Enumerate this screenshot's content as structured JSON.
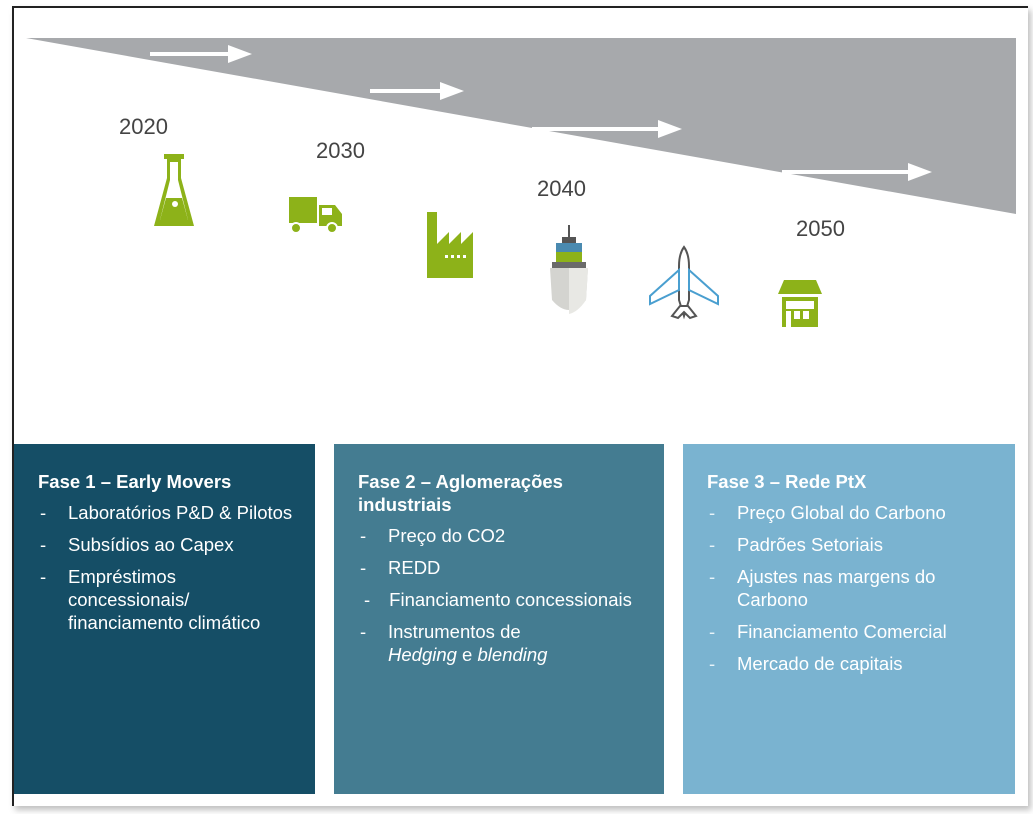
{
  "timeline": {
    "years": [
      "2020",
      "2030",
      "2040",
      "2050"
    ],
    "icons": [
      "flask-icon",
      "truck-icon",
      "factory-icon",
      "ship-icon",
      "airplane-icon",
      "building-icon"
    ]
  },
  "colors": {
    "wedge": "#a7a9ac",
    "icon_green": "#8db219",
    "phase1": "#154e66",
    "phase2": "#447c91",
    "phase3": "#7ab3d0"
  },
  "phases": [
    {
      "title": "Fase 1 – Early Movers",
      "items": [
        "Laboratórios P&D & Pilotos",
        "Subsídios ao Capex",
        "Empréstimos concessionais/ financiamento climático"
      ]
    },
    {
      "title": "Fase 2 – Aglomerações industriais",
      "items": [
        "Preço do CO2",
        "REDD",
        "Financiamento concessionais"
      ],
      "last_item": {
        "prefix": "Instrumentos de",
        "emph1": "Hedging",
        "mid": " e ",
        "emph2": "blending"
      }
    },
    {
      "title": "Fase 3 – Rede PtX",
      "items": [
        "Preço Global do Carbono",
        "Padrões Setoriais",
        "Ajustes nas margens do Carbono",
        "Financiamento Comercial",
        "Mercado de capitais"
      ]
    }
  ]
}
